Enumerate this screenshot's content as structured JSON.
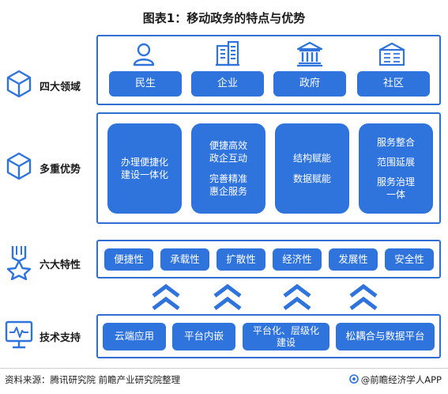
{
  "title": "图表1：移动政务的特点与优势",
  "rows": {
    "domains": {
      "label": "四大领域",
      "items": [
        "民生",
        "企业",
        "政府",
        "社区"
      ]
    },
    "advantages": {
      "label": "多重优势",
      "boxes": [
        {
          "lines": [
            "办理便捷化",
            "建设一体化"
          ]
        },
        {
          "groups": [
            [
              "便捷高效",
              "政企互动"
            ],
            [
              "完善精准",
              "惠企服务"
            ]
          ]
        },
        {
          "groups": [
            [
              "结构赋能"
            ],
            [
              "数据赋能"
            ]
          ]
        },
        {
          "groups": [
            [
              "服务整合"
            ],
            [
              "范围延展"
            ],
            [
              "服务治理",
              "一体"
            ]
          ]
        }
      ]
    },
    "features": {
      "label": "六大特性",
      "items": [
        "便捷性",
        "承载性",
        "扩散性",
        "经济性",
        "发展性",
        "安全性"
      ]
    },
    "tech": {
      "label": "技术支持",
      "items": [
        [
          "云端应用"
        ],
        [
          "平台内嵌"
        ],
        [
          "平台化、层级化",
          "建设"
        ],
        [
          "松耦合与数据平台"
        ]
      ]
    }
  },
  "footer": {
    "source": "资料来源：腾讯研究院 前瞻产业研究院整理",
    "brand": "@前瞻经济学人APP"
  },
  "colors": {
    "primary": "#2f73dd",
    "border": "#2f6fd1",
    "chevron": "#2f73dd"
  }
}
